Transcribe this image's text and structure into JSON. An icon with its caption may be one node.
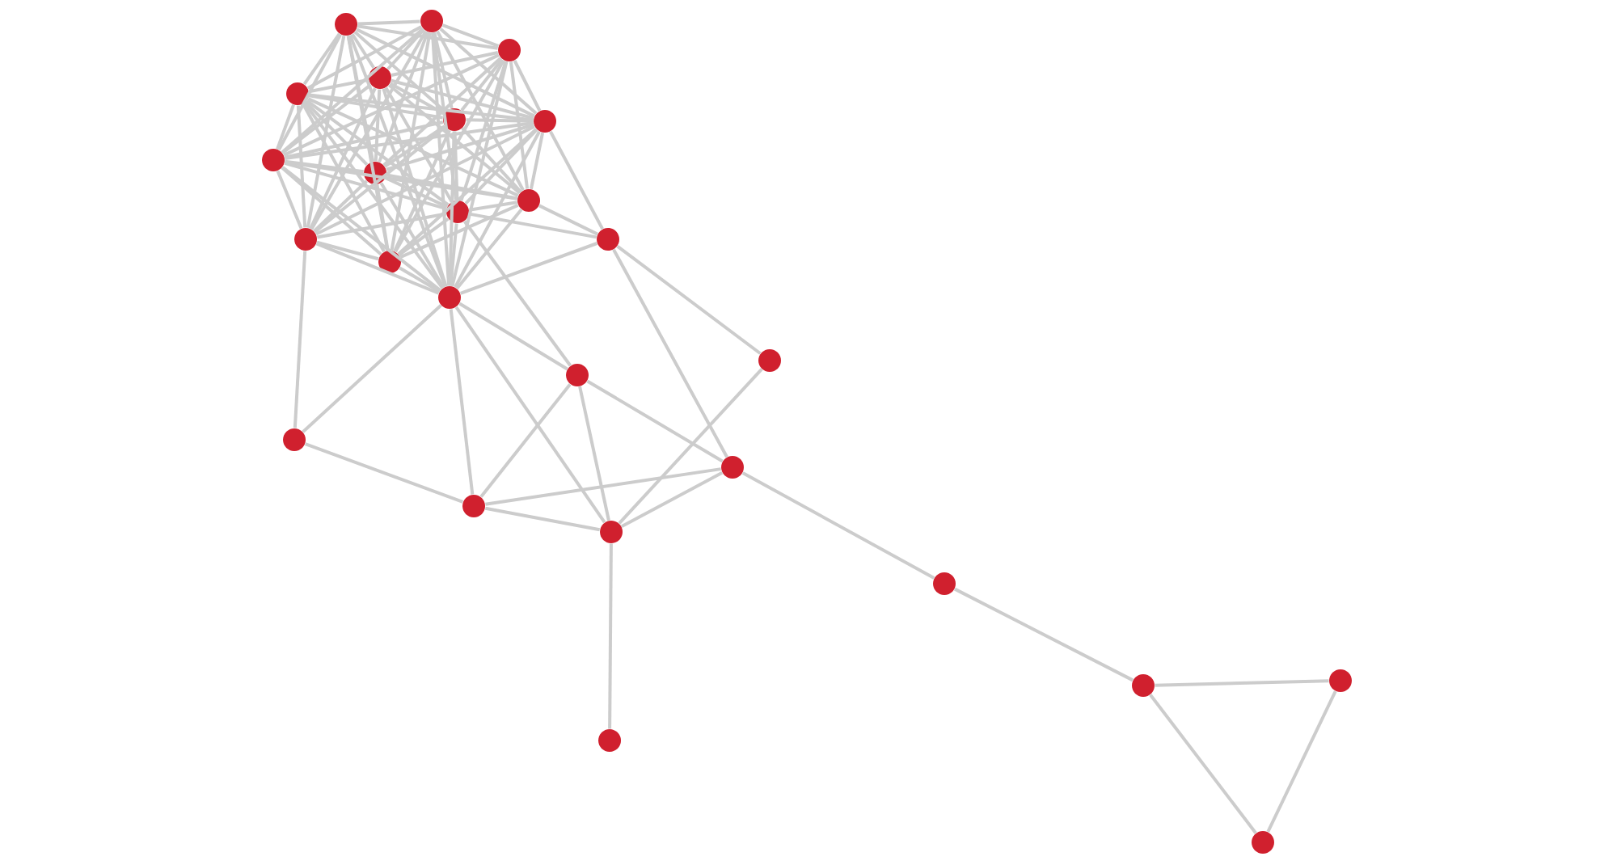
{
  "diagram": {
    "nodes": [
      {
        "text": [],
        "shape": "circle"
      },
      {
        "text": [],
        "shape": "circle"
      },
      {
        "text": [],
        "shape": "circle"
      },
      {
        "text": [],
        "shape": "circle"
      },
      {
        "text": [],
        "shape": "circle"
      },
      {
        "text": [],
        "shape": "circle"
      },
      {
        "text": [],
        "shape": "circle"
      },
      {
        "text": [],
        "shape": "circle"
      },
      {
        "text": [],
        "shape": "circle"
      },
      {
        "text": [],
        "shape": "circle"
      },
      {
        "text": [],
        "shape": "circle"
      },
      {
        "text": [],
        "shape": "circle"
      },
      {
        "text": [],
        "shape": "circle"
      },
      {
        "text": [],
        "shape": "circle"
      },
      {
        "text": [],
        "shape": "circle"
      },
      {
        "text": [],
        "shape": "circle"
      },
      {
        "text": [],
        "shape": "circle"
      },
      {
        "text": [],
        "shape": "circle"
      },
      {
        "text": [],
        "shape": "circle"
      },
      {
        "text": [],
        "shape": "circle"
      },
      {
        "text": [],
        "shape": "circle"
      },
      {
        "text": [],
        "shape": "circle"
      },
      {
        "text": [],
        "shape": "circle"
      },
      {
        "text": [],
        "shape": "circle"
      },
      {
        "text": [],
        "shape": "circle"
      },
      {
        "text": [],
        "shape": "circle"
      }
    ],
    "edges": [
      {
        "from": 0,
        "to": 1,
        "arrow": "none"
      },
      {
        "from": 0,
        "to": 2,
        "arrow": "none"
      },
      {
        "from": 0,
        "to": 3,
        "arrow": "none"
      },
      {
        "from": 0,
        "to": 4,
        "arrow": "none"
      },
      {
        "from": 0,
        "to": 5,
        "arrow": "none"
      },
      {
        "from": 0,
        "to": 6,
        "arrow": "none"
      },
      {
        "from": 0,
        "to": 7,
        "arrow": "none"
      },
      {
        "from": 0,
        "to": 8,
        "arrow": "none"
      },
      {
        "from": 0,
        "to": 11,
        "arrow": "none"
      },
      {
        "from": 0,
        "to": 13,
        "arrow": "none"
      },
      {
        "from": 0,
        "to": 14,
        "arrow": "none"
      },
      {
        "from": 1,
        "to": 2,
        "arrow": "none"
      },
      {
        "from": 1,
        "to": 3,
        "arrow": "none"
      },
      {
        "from": 1,
        "to": 4,
        "arrow": "none"
      },
      {
        "from": 1,
        "to": 5,
        "arrow": "none"
      },
      {
        "from": 1,
        "to": 6,
        "arrow": "none"
      },
      {
        "from": 1,
        "to": 7,
        "arrow": "none"
      },
      {
        "from": 1,
        "to": 8,
        "arrow": "none"
      },
      {
        "from": 1,
        "to": 9,
        "arrow": "none"
      },
      {
        "from": 1,
        "to": 10,
        "arrow": "none"
      },
      {
        "from": 1,
        "to": 11,
        "arrow": "none"
      },
      {
        "from": 1,
        "to": 13,
        "arrow": "none"
      },
      {
        "from": 1,
        "to": 14,
        "arrow": "none"
      },
      {
        "from": 2,
        "to": 3,
        "arrow": "none"
      },
      {
        "from": 2,
        "to": 5,
        "arrow": "none"
      },
      {
        "from": 2,
        "to": 6,
        "arrow": "none"
      },
      {
        "from": 2,
        "to": 7,
        "arrow": "none"
      },
      {
        "from": 2,
        "to": 8,
        "arrow": "none"
      },
      {
        "from": 2,
        "to": 9,
        "arrow": "none"
      },
      {
        "from": 2,
        "to": 10,
        "arrow": "none"
      },
      {
        "from": 2,
        "to": 13,
        "arrow": "none"
      },
      {
        "from": 2,
        "to": 14,
        "arrow": "none"
      },
      {
        "from": 3,
        "to": 4,
        "arrow": "none"
      },
      {
        "from": 3,
        "to": 5,
        "arrow": "none"
      },
      {
        "from": 3,
        "to": 6,
        "arrow": "none"
      },
      {
        "from": 3,
        "to": 7,
        "arrow": "none"
      },
      {
        "from": 3,
        "to": 8,
        "arrow": "none"
      },
      {
        "from": 3,
        "to": 9,
        "arrow": "none"
      },
      {
        "from": 3,
        "to": 10,
        "arrow": "none"
      },
      {
        "from": 3,
        "to": 11,
        "arrow": "none"
      },
      {
        "from": 3,
        "to": 14,
        "arrow": "none"
      },
      {
        "from": 4,
        "to": 5,
        "arrow": "none"
      },
      {
        "from": 4,
        "to": 6,
        "arrow": "none"
      },
      {
        "from": 4,
        "to": 7,
        "arrow": "none"
      },
      {
        "from": 4,
        "to": 8,
        "arrow": "none"
      },
      {
        "from": 4,
        "to": 9,
        "arrow": "none"
      },
      {
        "from": 4,
        "to": 10,
        "arrow": "none"
      },
      {
        "from": 4,
        "to": 11,
        "arrow": "none"
      },
      {
        "from": 4,
        "to": 13,
        "arrow": "none"
      },
      {
        "from": 4,
        "to": 14,
        "arrow": "none"
      },
      {
        "from": 5,
        "to": 6,
        "arrow": "none"
      },
      {
        "from": 5,
        "to": 7,
        "arrow": "none"
      },
      {
        "from": 5,
        "to": 8,
        "arrow": "none"
      },
      {
        "from": 5,
        "to": 9,
        "arrow": "none"
      },
      {
        "from": 5,
        "to": 10,
        "arrow": "none"
      },
      {
        "from": 5,
        "to": 11,
        "arrow": "none"
      },
      {
        "from": 5,
        "to": 13,
        "arrow": "none"
      },
      {
        "from": 5,
        "to": 14,
        "arrow": "none"
      },
      {
        "from": 6,
        "to": 7,
        "arrow": "none"
      },
      {
        "from": 6,
        "to": 8,
        "arrow": "none"
      },
      {
        "from": 6,
        "to": 9,
        "arrow": "none"
      },
      {
        "from": 6,
        "to": 10,
        "arrow": "none"
      },
      {
        "from": 6,
        "to": 11,
        "arrow": "none"
      },
      {
        "from": 6,
        "to": 13,
        "arrow": "none"
      },
      {
        "from": 6,
        "to": 14,
        "arrow": "none"
      },
      {
        "from": 7,
        "to": 8,
        "arrow": "none"
      },
      {
        "from": 7,
        "to": 9,
        "arrow": "none"
      },
      {
        "from": 7,
        "to": 10,
        "arrow": "none"
      },
      {
        "from": 7,
        "to": 11,
        "arrow": "none"
      },
      {
        "from": 7,
        "to": 13,
        "arrow": "none"
      },
      {
        "from": 7,
        "to": 14,
        "arrow": "none"
      },
      {
        "from": 8,
        "to": 9,
        "arrow": "none"
      },
      {
        "from": 8,
        "to": 10,
        "arrow": "none"
      },
      {
        "from": 8,
        "to": 11,
        "arrow": "none"
      },
      {
        "from": 8,
        "to": 14,
        "arrow": "none"
      },
      {
        "from": 9,
        "to": 10,
        "arrow": "none"
      },
      {
        "from": 9,
        "to": 13,
        "arrow": "none"
      },
      {
        "from": 9,
        "to": 14,
        "arrow": "none"
      },
      {
        "from": 10,
        "to": 11,
        "arrow": "none"
      },
      {
        "from": 10,
        "to": 13,
        "arrow": "none"
      },
      {
        "from": 10,
        "to": 14,
        "arrow": "none"
      },
      {
        "from": 11,
        "to": 13,
        "arrow": "none"
      },
      {
        "from": 11,
        "to": 14,
        "arrow": "none"
      },
      {
        "from": 13,
        "to": 14,
        "arrow": "none"
      },
      {
        "from": 6,
        "to": 12,
        "arrow": "none"
      },
      {
        "from": 9,
        "to": 12,
        "arrow": "none"
      },
      {
        "from": 10,
        "to": 12,
        "arrow": "none"
      },
      {
        "from": 14,
        "to": 12,
        "arrow": "none"
      },
      {
        "from": 12,
        "to": 15,
        "arrow": "none"
      },
      {
        "from": 12,
        "to": 18,
        "arrow": "none"
      },
      {
        "from": 11,
        "to": 17,
        "arrow": "none"
      },
      {
        "from": 14,
        "to": 17,
        "arrow": "none"
      },
      {
        "from": 14,
        "to": 19,
        "arrow": "none"
      },
      {
        "from": 14,
        "to": 20,
        "arrow": "none"
      },
      {
        "from": 14,
        "to": 16,
        "arrow": "none"
      },
      {
        "from": 10,
        "to": 16,
        "arrow": "none"
      },
      {
        "from": 16,
        "to": 19,
        "arrow": "none"
      },
      {
        "from": 16,
        "to": 20,
        "arrow": "none"
      },
      {
        "from": 16,
        "to": 18,
        "arrow": "none"
      },
      {
        "from": 17,
        "to": 19,
        "arrow": "none"
      },
      {
        "from": 19,
        "to": 20,
        "arrow": "none"
      },
      {
        "from": 19,
        "to": 18,
        "arrow": "none"
      },
      {
        "from": 20,
        "to": 18,
        "arrow": "none"
      },
      {
        "from": 20,
        "to": 15,
        "arrow": "none"
      },
      {
        "from": 20,
        "to": 24,
        "arrow": "none"
      },
      {
        "from": 18,
        "to": 21,
        "arrow": "none"
      },
      {
        "from": 21,
        "to": 23,
        "arrow": "none"
      },
      {
        "from": 23,
        "to": 22,
        "arrow": "none"
      },
      {
        "from": 23,
        "to": 25,
        "arrow": "none"
      },
      {
        "from": 22,
        "to": 25,
        "arrow": "none"
      },
      {
        "from": 8,
        "to": 13,
        "arrow": "none"
      }
    ]
  }
}
